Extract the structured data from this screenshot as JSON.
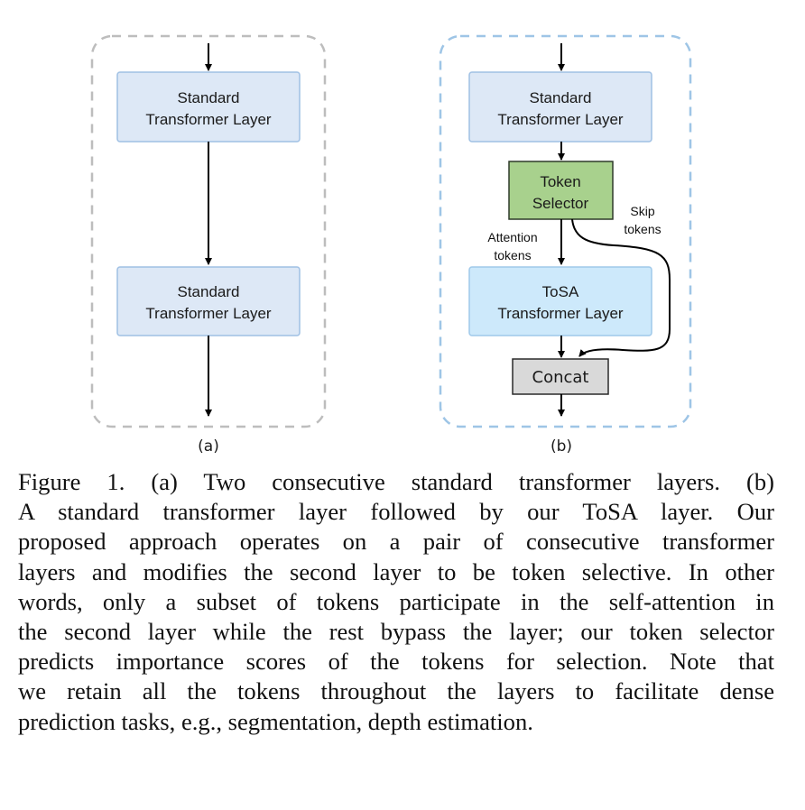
{
  "figure": {
    "panel_a": {
      "label": "(a)",
      "border_color": "#bdbdbd",
      "layers": [
        {
          "line1": "Standard",
          "line2": "Transformer Layer"
        },
        {
          "line1": "Standard",
          "line2": "Transformer Layer"
        }
      ]
    },
    "panel_b": {
      "label": "(b)",
      "border_color": "#9ec5e6",
      "standard_layer": {
        "line1": "Standard",
        "line2": "Transformer Layer"
      },
      "token_selector": {
        "line1": "Token",
        "line2": "Selector"
      },
      "attention_tokens_label": {
        "line1": "Attention",
        "line2": "tokens"
      },
      "skip_tokens_label": {
        "line1": "Skip",
        "line2": "tokens"
      },
      "tosa_layer": {
        "line1": "ToSA",
        "line2": "Transformer Layer"
      },
      "concat": "Concat"
    },
    "colors": {
      "standard_fill": "#dde8f6",
      "standard_stroke": "#9fc0e4",
      "tosa_fill": "#cde9fb",
      "tosa_stroke": "#9fc9ea",
      "selector_fill": "#a8d18d",
      "selector_stroke": "#2f3a2a",
      "concat_fill": "#d9d9d9",
      "concat_stroke": "#2a2a2a"
    }
  },
  "caption": {
    "lines": [
      "Figure 1.  (a) Two consecutive standard transformer layers.  (b)",
      "A standard transformer layer followed by our ToSA layer.  Our",
      "proposed approach operates on a pair of consecutive transformer",
      "layers and modifies the second layer to be token selective. In other",
      "words, only a subset of tokens participate in the self-attention in",
      "the second layer while the rest bypass the layer; our token selector",
      "predicts importance scores of the tokens for selection.  Note that",
      "we retain all the tokens throughout the layers to facilitate dense",
      "prediction tasks, e.g., segmentation, depth estimation."
    ]
  }
}
